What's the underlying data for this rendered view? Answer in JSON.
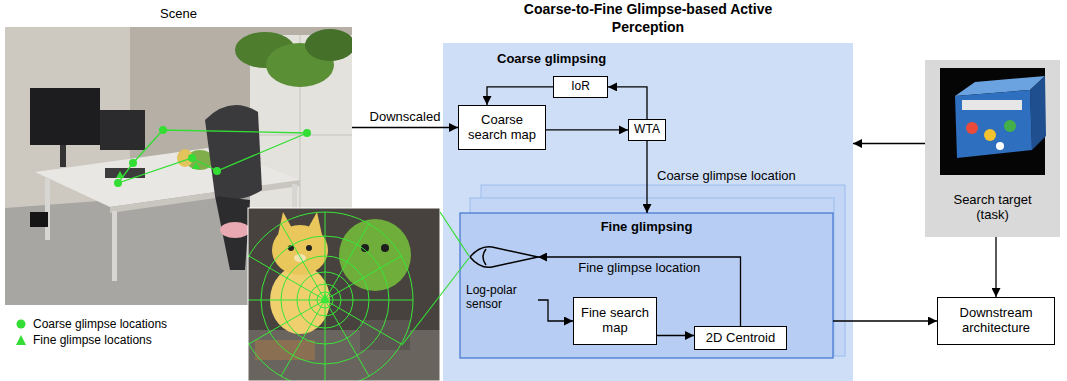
{
  "diagram": {
    "nodes": [
      {
        "text": [
          "Scene"
        ]
      },
      {
        "text": [
          "Coarse-to-Fine Glimpse-based Active Perception"
        ]
      },
      {
        "text": [
          "Coarse glimpsing"
        ],
        "in": 1
      },
      {
        "text": [
          "IoR"
        ],
        "in": 2
      },
      {
        "text": [
          "Coarse search map"
        ],
        "in": 2
      },
      {
        "text": [
          "WTA"
        ],
        "in": 2
      },
      {
        "text": [
          "Fine glimpsing"
        ],
        "in": 1
      },
      {
        "text": [
          "Log-polar sensor"
        ],
        "in": 6
      },
      {
        "text": [
          "Fine search map"
        ],
        "in": 6
      },
      {
        "text": [
          "2D Centroid"
        ],
        "in": 6
      },
      {
        "text": [
          "Search target (task)"
        ]
      },
      {
        "text": [
          "Downstream architecture"
        ]
      }
    ],
    "edges": [
      {
        "from": 0,
        "to": 4,
        "label": "Downscaled",
        "arrow": "to"
      },
      {
        "from": 3,
        "to": 4,
        "arrow": "to"
      },
      {
        "from": 4,
        "to": 5,
        "arrow": "to"
      },
      {
        "from": 5,
        "to": 3,
        "arrow": "to"
      },
      {
        "from": 5,
        "to": 6,
        "label": "Coarse glimpse location",
        "arrow": "to"
      },
      {
        "from": 7,
        "to": 8,
        "arrow": "to"
      },
      {
        "from": 8,
        "to": 9,
        "arrow": "to"
      },
      {
        "from": 9,
        "to": 7,
        "label": "Fine glimpse location",
        "arrow": "to"
      },
      {
        "from": 6,
        "to": 11,
        "arrow": "to"
      },
      {
        "from": 10,
        "to": 1,
        "arrow": "to"
      },
      {
        "from": 10,
        "to": 11,
        "arrow": "to"
      }
    ],
    "legend": [
      {
        "text": "Coarse glimpse locations"
      },
      {
        "text": "Fine glimpse locations"
      }
    ]
  }
}
